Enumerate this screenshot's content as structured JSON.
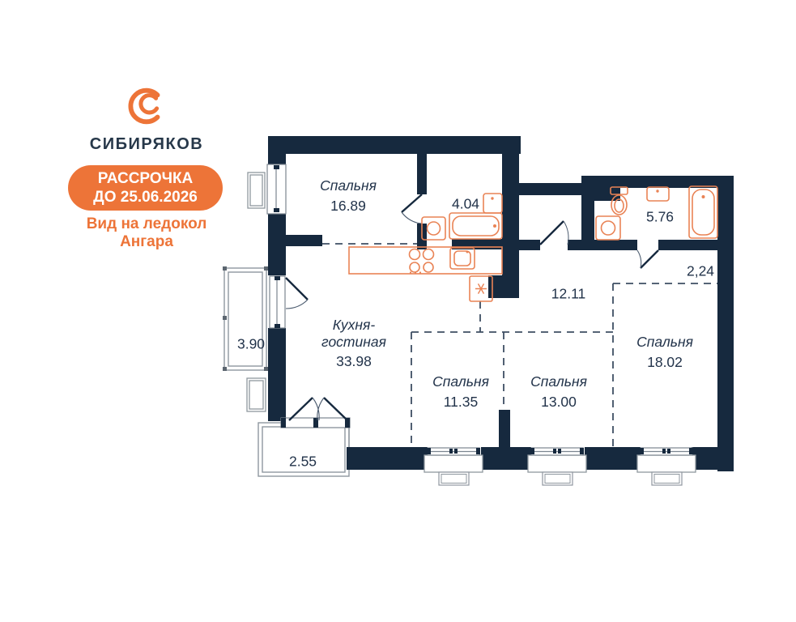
{
  "brand": {
    "logo_icon": "sibiryakov-logo",
    "name": "СИБИРЯКОВ",
    "badge": {
      "line1": "РАССРОЧКА",
      "line2": "ДО 25.06.2026"
    },
    "tagline": {
      "line1": "Вид на ледокол",
      "line2": "Ангара"
    }
  },
  "colors": {
    "wall": "#16293e",
    "accent": "#ed7438",
    "fixture_outline": "#e98355",
    "balcony_outline": "#8f979f",
    "text": "#22334a"
  },
  "plan": {
    "rooms": [
      {
        "id": "bedroom-1",
        "label": "Спальня",
        "area": "16.89"
      },
      {
        "id": "bathroom-small",
        "label": "",
        "area": "4.04"
      },
      {
        "id": "bathroom-large",
        "label": "",
        "area": "5.76"
      },
      {
        "id": "wardrobe",
        "label": "",
        "area": "2,24"
      },
      {
        "id": "hallway",
        "label": "",
        "area": "12.11"
      },
      {
        "id": "kitchen-living",
        "label": "Кухня-гостиная",
        "area": "33.98"
      },
      {
        "id": "bedroom-2",
        "label": "Спальня",
        "area": "11.35"
      },
      {
        "id": "bedroom-3",
        "label": "Спальня",
        "area": "13.00"
      },
      {
        "id": "bedroom-4",
        "label": "Спальня",
        "area": "18.02"
      },
      {
        "id": "loggia-side",
        "label": "",
        "area": "3.90"
      },
      {
        "id": "loggia-bottom",
        "label": "",
        "area": "2.55"
      }
    ]
  }
}
